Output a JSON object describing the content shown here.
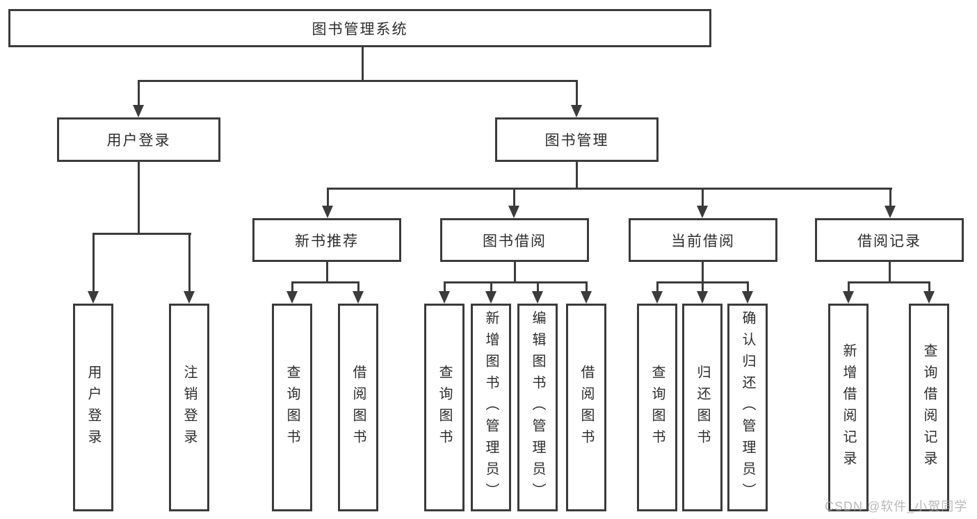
{
  "diagram": {
    "title": "图书管理系统",
    "level2": {
      "login": "用户登录",
      "books": "图书管理"
    },
    "level3": {
      "recommend": "新书推荐",
      "borrow": "图书借阅",
      "current": "当前借阅",
      "records": "借阅记录"
    },
    "leaves": {
      "login": [
        "用户登录",
        "注销登录"
      ],
      "recommend": [
        "查询图书",
        "借阅图书"
      ],
      "borrow": [
        "查询图书",
        "新增图书（管理员）",
        "编辑图书（管理员）",
        "借阅图书"
      ],
      "current": [
        "查询图书",
        "归还图书",
        "确认归还（管理员）"
      ],
      "records": [
        "新增借阅记录",
        "查询借阅记录"
      ]
    }
  },
  "watermark": "CSDN @软件_小贺同学"
}
